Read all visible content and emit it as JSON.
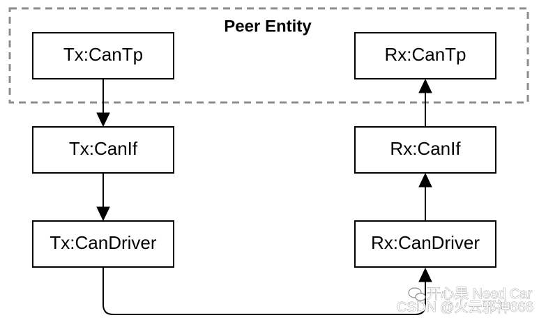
{
  "group": {
    "title": "Peer Entity"
  },
  "nodes": {
    "tx_cantp": "Tx:CanTp",
    "tx_canif": "Tx:CanIf",
    "tx_candriver": "Tx:CanDriver",
    "rx_cantp": "Rx:CanTp",
    "rx_canif": "Rx:CanIf",
    "rx_candriver": "Rx:CanDriver"
  },
  "watermark": {
    "line1": "开心果 Need Car",
    "line2": "CSDN @火云邪神666"
  },
  "colors": {
    "stroke": "#000000",
    "group_border": "#8c8c8c",
    "background": "#ffffff"
  }
}
